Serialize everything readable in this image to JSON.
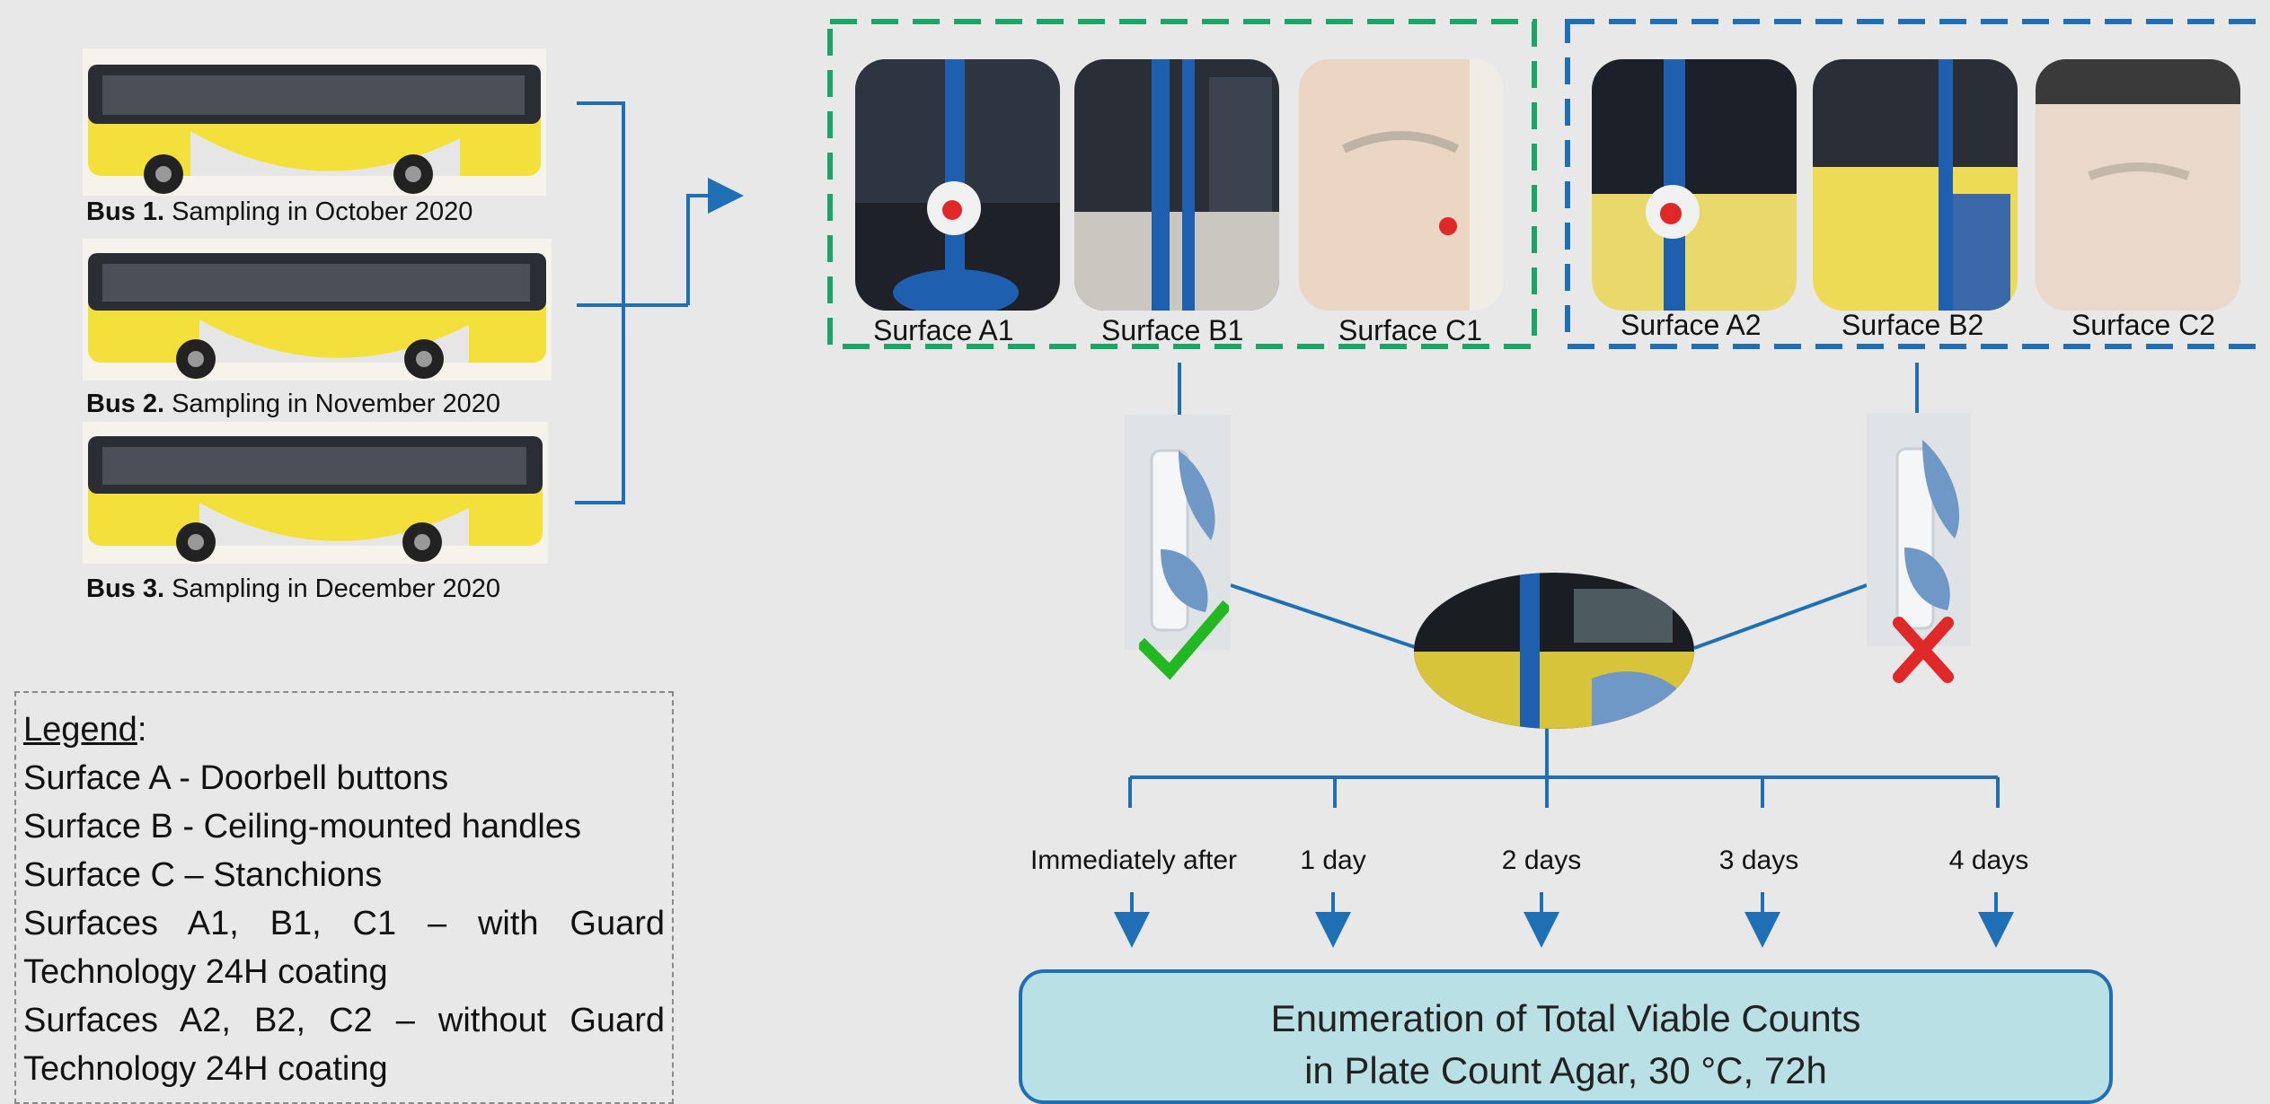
{
  "buses": [
    {
      "label": "Bus 1.",
      "caption": " Sampling in October 2020"
    },
    {
      "label": "Bus 2.",
      "caption": " Sampling in November 2020"
    },
    {
      "label": "Bus 3.",
      "caption": " Sampling in December 2020"
    }
  ],
  "surfaces_with": [
    "Surface A1",
    "Surface B1",
    "Surface C1"
  ],
  "surfaces_without": [
    "Surface A2",
    "Surface B2",
    "Surface C2"
  ],
  "legend": {
    "title": "Legend",
    "colon": ":",
    "lines": [
      "Surface A - Doorbell buttons",
      "Surface B - Ceiling-mounted handles",
      "Surface C – Stanchions",
      "Surfaces A1, B1, C1 – with Guard",
      "Technology 24H coating",
      "Surfaces A2, B2, C2 – without Guard",
      "Technology 24H coating"
    ]
  },
  "time_points": [
    "Immediately after",
    "1 day",
    "2 days",
    "3 days",
    "4 days"
  ],
  "result": {
    "line1": "Enumeration of Total Viable Counts",
    "line2": "in Plate Count Agar, 30 °C, 72h"
  },
  "colors": {
    "connector_blue": "#1f6fb5",
    "green_frame": "#1aa56a",
    "blue_frame": "#1f6fb5",
    "check_green": "#22b822",
    "cross_red": "#e02828",
    "bus_yellow": "#f4e03a",
    "result_fill": "#b9e0e4"
  }
}
